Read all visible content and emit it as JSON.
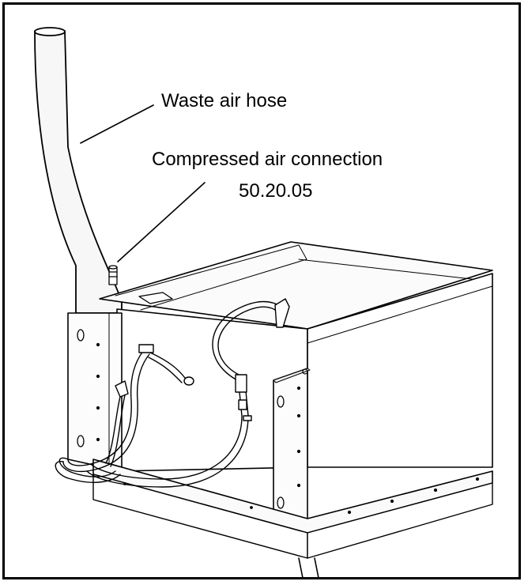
{
  "labels": {
    "waste_air_hose": "Waste air hose",
    "compressed_air_connection": "Compressed air connection",
    "part_number": "50.20.05"
  },
  "colors": {
    "line": "#000000",
    "background": "#ffffff",
    "hose_fill": "#f4f4f4",
    "panel_fill": "#fafafa"
  }
}
